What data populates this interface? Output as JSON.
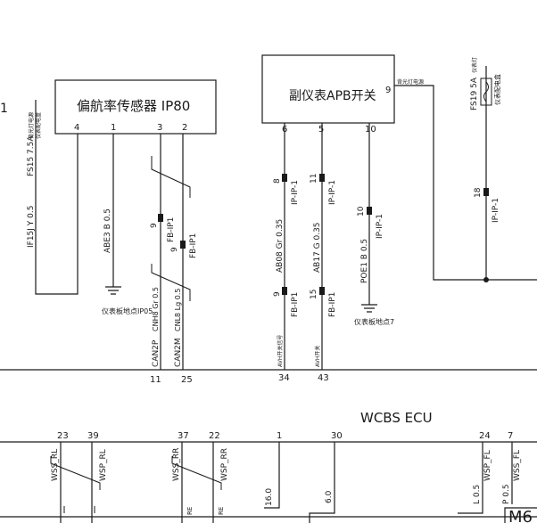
{
  "left_edge_label": "1",
  "yaw_sensor": {
    "title": "偏航率传感器 IP80",
    "pins": [
      "4",
      "1",
      "3",
      "2"
    ]
  },
  "apb_switch": {
    "title": "副仪表APB开关",
    "pin_right": "9",
    "pins": [
      "6",
      "5",
      "10"
    ]
  },
  "pin9_note": "背光灯电源",
  "fuse": {
    "label": "FS19 5A",
    "note1": "仪表灯",
    "note2": "仪表配电盒"
  },
  "left_fuse_label": "FS15 7.5A",
  "left_fuse_note1": "背光灯电源",
  "left_fuse_note2": "仪表配电盒",
  "wires": {
    "if15j": "IF15J Y 0.5",
    "abe3": "ABE3 B 0.5",
    "cnh8": "CNH8 Gr 0.5",
    "cnl8": "CNL8 Lg 0.5",
    "ab08": "AB08 Gr 0.35",
    "ab17": "AB17 G 0.35",
    "poe1": "POE1 B 0.5"
  },
  "connectors": {
    "fb9a_pin": "9",
    "fb9a_name": "FB-IP1",
    "fb9b_pin": "9",
    "fb9b_name": "FB-IP1",
    "ip8_pin": "8",
    "ip8_name": "IP-IP-1",
    "ip11_pin": "11",
    "ip11_name": "IP-IP-1",
    "ip10_pin": "10",
    "ip10_name": "IP-IP-1",
    "ip18_pin": "18",
    "ip18_name": "IP-IP-1",
    "fb9c_pin": "9",
    "fb9c_name": "FB-IP1",
    "fb15_pin": "15",
    "fb15_name": "FB-IP1"
  },
  "grounds": {
    "ip05": "仪表板地点IP05",
    "gnd7": "仪表板地点7"
  },
  "bus": {
    "can2p": "CAN2P",
    "can2m": "CAN2M",
    "avh1": "AVH开关信号",
    "avh2": "AVH开关",
    "pin11": "11",
    "pin25": "25",
    "pin34": "34",
    "pin43": "43"
  },
  "wcbs": {
    "title": "WCBS ECU",
    "pins": [
      "23",
      "39",
      "37",
      "22",
      "1",
      "30",
      "24",
      "7"
    ],
    "wss_rl_a": "WSS_RL",
    "wss_rl_b": "WSP_RL",
    "wss_rr_a": "WSS_RR",
    "wss_rr_b": "WSP_RR",
    "wsp_fl": "WSP_FL",
    "wss_fl": "WSS_FL",
    "l1": "16.0",
    "l2": "6.0",
    "l3": "L 0.5",
    "l4": "P 0.5",
    "re1": "RE",
    "re2": "RE",
    "m6": "M6"
  }
}
